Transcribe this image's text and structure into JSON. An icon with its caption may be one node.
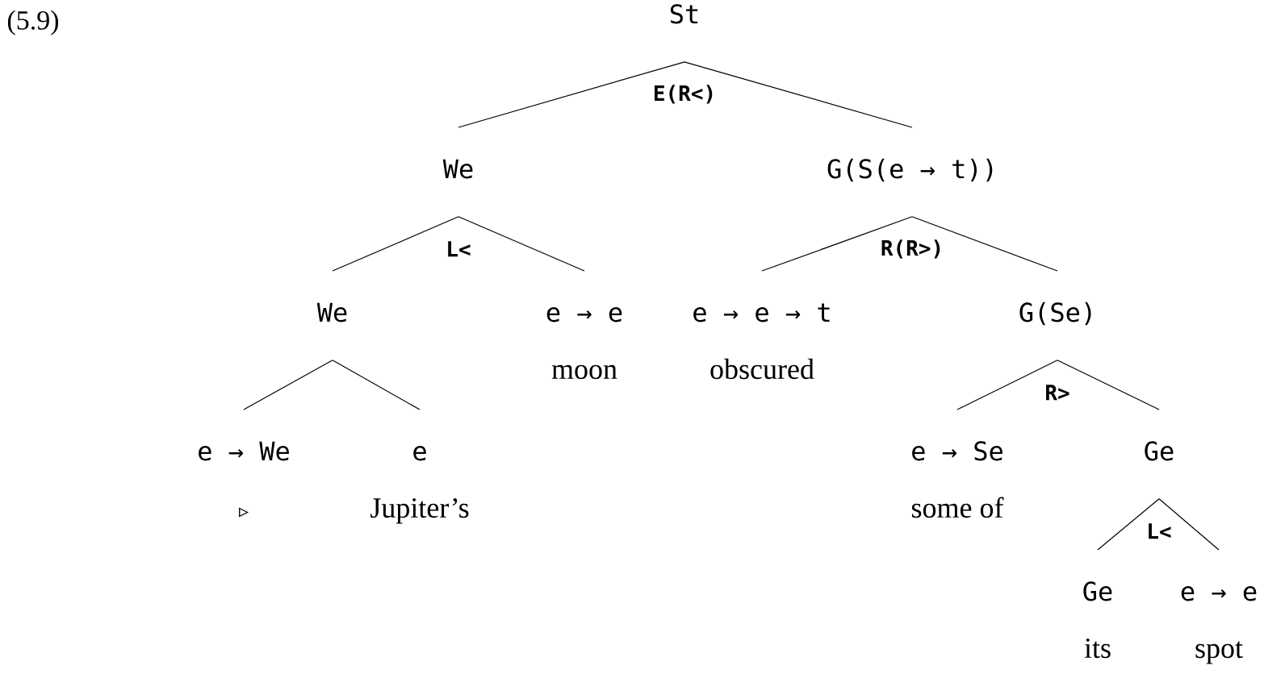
{
  "diagram": {
    "nodes": [
      {
        "text": [
          "St"
        ]
      },
      {
        "text": [
          "We"
        ]
      },
      {
        "text": [
          "G(S(e → t))"
        ]
      },
      {
        "text": [
          "We"
        ]
      },
      {
        "text": [
          "e → e",
          "moon"
        ]
      },
      {
        "text": [
          "e → e → t",
          "obscured"
        ]
      },
      {
        "text": [
          "G(Se)"
        ]
      },
      {
        "text": [
          "e → We",
          "▹"
        ]
      },
      {
        "text": [
          "e",
          "Jupiter’s"
        ]
      },
      {
        "text": [
          "e → Se",
          "some of"
        ]
      },
      {
        "text": [
          "Ge"
        ]
      },
      {
        "text": [
          "Ge",
          "its"
        ]
      },
      {
        "text": [
          "e → e",
          "spot"
        ]
      }
    ],
    "edges": [
      {
        "from": 0,
        "to": 1,
        "arrow": "none",
        "label": "E(R<)"
      },
      {
        "from": 0,
        "to": 2,
        "arrow": "none"
      },
      {
        "from": 1,
        "to": 3,
        "arrow": "none",
        "label": "L<"
      },
      {
        "from": 1,
        "to": 4,
        "arrow": "none"
      },
      {
        "from": 2,
        "to": 5,
        "arrow": "none",
        "label": "R(R>)"
      },
      {
        "from": 2,
        "to": 6,
        "arrow": "none"
      },
      {
        "from": 3,
        "to": 7,
        "arrow": "none"
      },
      {
        "from": 3,
        "to": 8,
        "arrow": "none"
      },
      {
        "from": 6,
        "to": 9,
        "arrow": "none",
        "label": "R>"
      },
      {
        "from": 6,
        "to": 10,
        "arrow": "none"
      },
      {
        "from": 10,
        "to": 11,
        "arrow": "none",
        "label": "L<"
      },
      {
        "from": 10,
        "to": 12,
        "arrow": "none"
      }
    ],
    "labels": [
      "(5.9)"
    ]
  }
}
